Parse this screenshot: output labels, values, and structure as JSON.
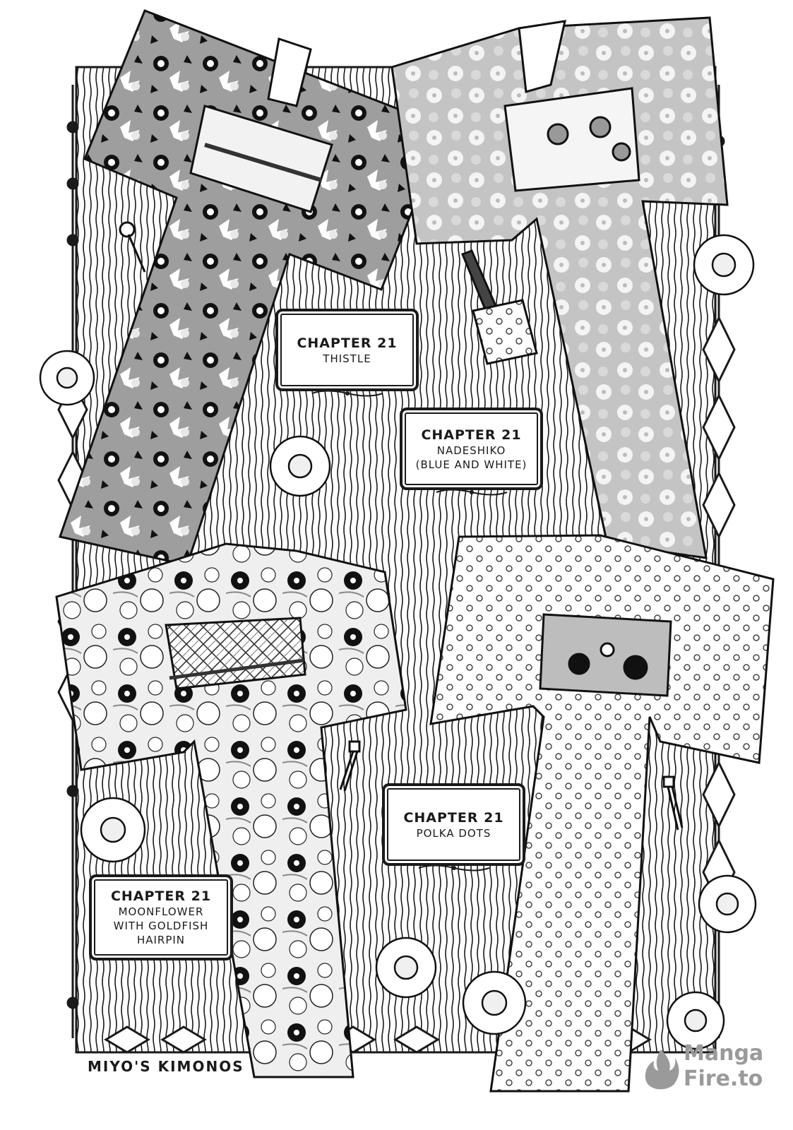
{
  "captions": {
    "thistle": {
      "line1": "CHAPTER 21",
      "line2": "THISTLE"
    },
    "nadeshiko": {
      "line1": "CHAPTER 21",
      "line2": "NADESHIKO\n(BLUE AND WHITE)"
    },
    "moonflower": {
      "line1": "CHAPTER 21",
      "line2": "MOONFLOWER\nWITH GOLDFISH\nHAIRPIN"
    },
    "polka": {
      "line1": "CHAPTER 21",
      "line2": "POLKA DOTS"
    }
  },
  "footer": {
    "title": "MIYO'S KIMONOS"
  },
  "watermark": {
    "line1": "Manga",
    "line2": "Fire.to",
    "icon": "flame-logo-icon"
  },
  "colors": {
    "ink": "#1a1a1a",
    "gray": "#b8b8b8",
    "paper": "#ffffff",
    "watermark": "#9a9a9a"
  }
}
